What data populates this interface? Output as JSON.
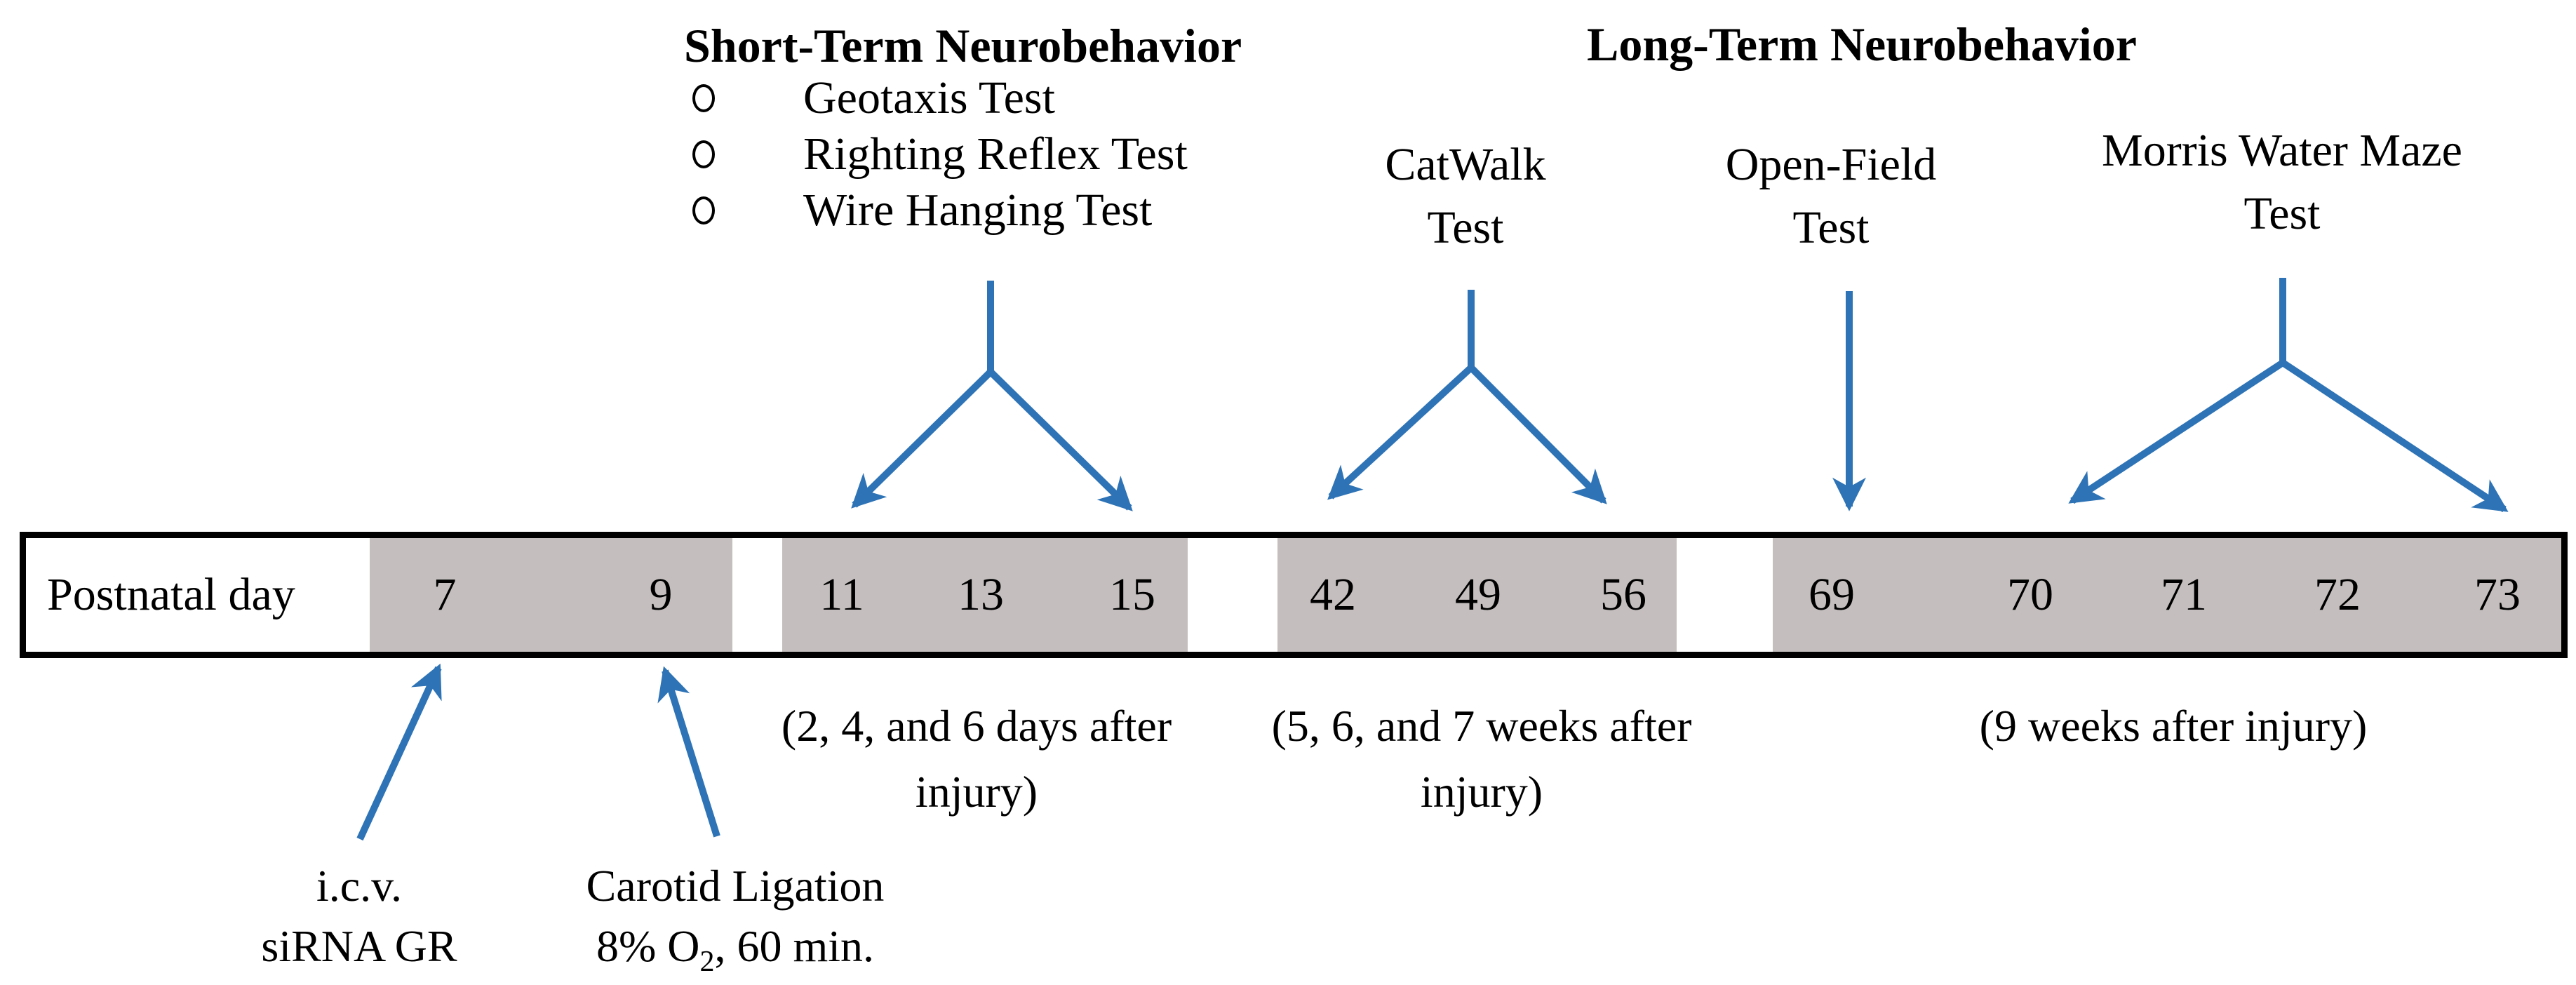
{
  "colors": {
    "arrow_blue": "#2E73B5",
    "bar_gray": "#C4BFBE",
    "bar_border": "#000000",
    "text": "#000000",
    "background": "#FFFFFF"
  },
  "sections": {
    "short_term": {
      "title": "Short-Term Neurobehavior",
      "bullet_icon": "circle-outline",
      "tests": [
        "Geotaxis Test",
        "Righting Reflex Test",
        "Wire Hanging Test"
      ],
      "arrow_target_days": [
        "11",
        "15"
      ]
    },
    "long_term": {
      "title": "Long-Term Neurobehavior",
      "tests": [
        {
          "name": "CatWalk Test",
          "line1": "CatWalk",
          "line2": "Test",
          "arrow_target_days": [
            "42",
            "56"
          ]
        },
        {
          "name": "Open-Field Test",
          "line1": "Open-Field",
          "line2": "Test",
          "arrow_target_days": [
            "69"
          ]
        },
        {
          "name": "Morris Water Maze Test",
          "line1": "Morris Water Maze",
          "line2": "Test",
          "arrow_target_days": [
            "70",
            "73"
          ]
        }
      ]
    }
  },
  "timeline": {
    "axis_label": "Postnatal day",
    "groups": [
      {
        "days": [
          "7",
          "9"
        ]
      },
      {
        "days": [
          "11",
          "13",
          "15"
        ],
        "note_line1": "(2, 4, and 6 days after",
        "note_line2": "injury)"
      },
      {
        "days": [
          "42",
          "49",
          "56"
        ],
        "note_line1": "(5, 6, and 7 weeks after",
        "note_line2": "injury)"
      },
      {
        "days": [
          "69",
          "70",
          "71",
          "72",
          "73"
        ],
        "note_line1": "(9 weeks after injury)"
      }
    ]
  },
  "interventions": [
    {
      "line1": "i.c.v.",
      "line2": "siRNA GR",
      "target_day": "7"
    },
    {
      "line1": "Carotid Ligation",
      "line2_pre": "8% O",
      "line2_sub": "2",
      "line2_post": ", 60 min.",
      "target_day": "9"
    }
  ]
}
